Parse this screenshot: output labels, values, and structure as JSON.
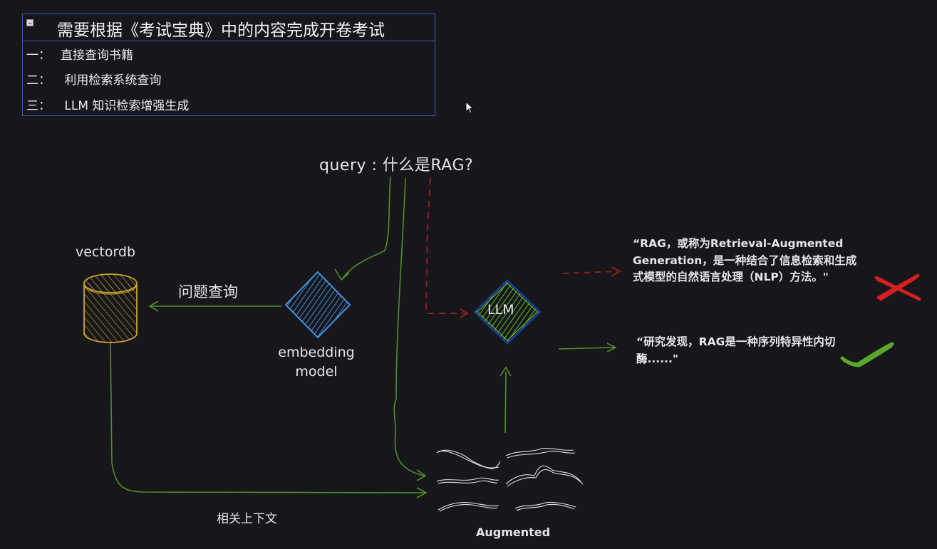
{
  "outline": {
    "title": "需要根据《考试宝典》中的内容完成开卷考试",
    "items": [
      {
        "num": "一：",
        "text": "直接查询书籍"
      },
      {
        "num": "二：",
        "text": " 利用检索系统查询"
      },
      {
        "num": "三：",
        "text": " LLM 知识检索增强生成"
      }
    ]
  },
  "diagram": {
    "query": "query : 什么是RAG?",
    "vectordb": "vectordb",
    "question_query": "问题查询",
    "embedding_model": "embedding model",
    "llm": "LLM",
    "related_context": "相关上下文",
    "augmented": "Augmented",
    "answer_wrong": "“RAG，或称为Retrieval-Augmented Generation，是一种结合了信息检索和生成式模型的自然语言处理（NLP）方法。\"",
    "answer_right": "“研究发现，RAG是一种序列特异性内切酶......\""
  },
  "colors": {
    "background": "#17161b",
    "outline_border": "#2f5fb8",
    "arrow_green": "#4f8f2a",
    "arrow_red_dashed": "#8a1f1f",
    "cylinder_yellow": "#c9a628",
    "embedding_blue": "#3f8fd6",
    "llm_green": "#5fbf2a",
    "cross_red": "#d81e1e",
    "check_green": "#5aa62a"
  },
  "icons": [
    "collapse-icon",
    "cursor-icon",
    "cross-icon",
    "check-icon"
  ]
}
